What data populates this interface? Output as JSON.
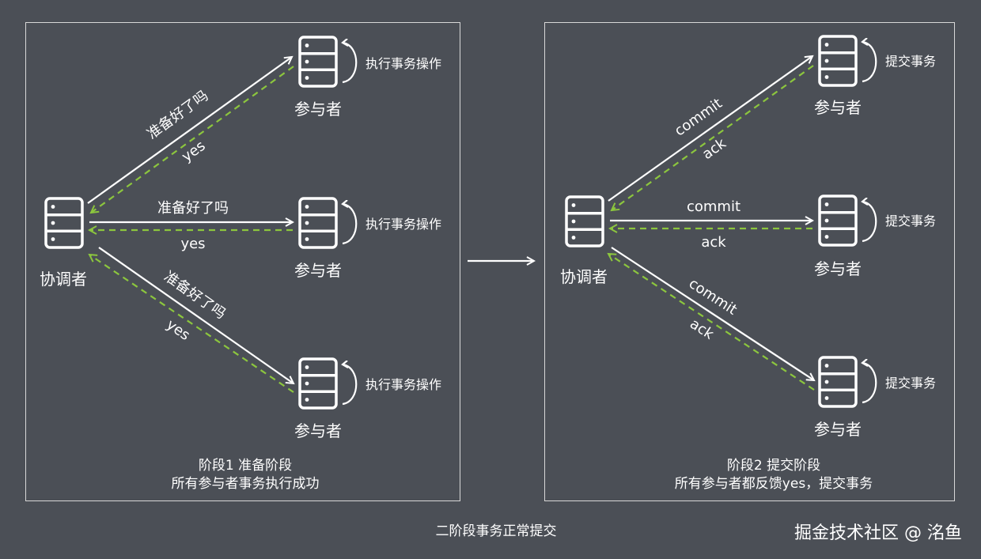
{
  "colors": {
    "background": "#4b4f56",
    "panel_border": "#d8d8d8",
    "request_arrow": "#ffffff",
    "reply_arrow": "#8cc63e"
  },
  "phase1": {
    "coordinator": "协调者",
    "participant": "参与者",
    "request": "准备好了吗",
    "reply": "yes",
    "action": "执行事务操作",
    "caption_line1": "阶段1 准备阶段",
    "caption_line2": "所有参与者事务执行成功"
  },
  "phase2": {
    "coordinator": "协调者",
    "participant": "参与者",
    "request": "commit",
    "reply": "ack",
    "action": "提交事务",
    "caption_line1": "阶段2 提交阶段",
    "caption_line2": "所有参与者都反馈yes，提交事务"
  },
  "footer_title": "二阶段事务正常提交",
  "watermark": "掘金技术社区 @ 洺鱼",
  "icons": {
    "server": "server-icon",
    "cycle": "circular-arrow-icon"
  }
}
